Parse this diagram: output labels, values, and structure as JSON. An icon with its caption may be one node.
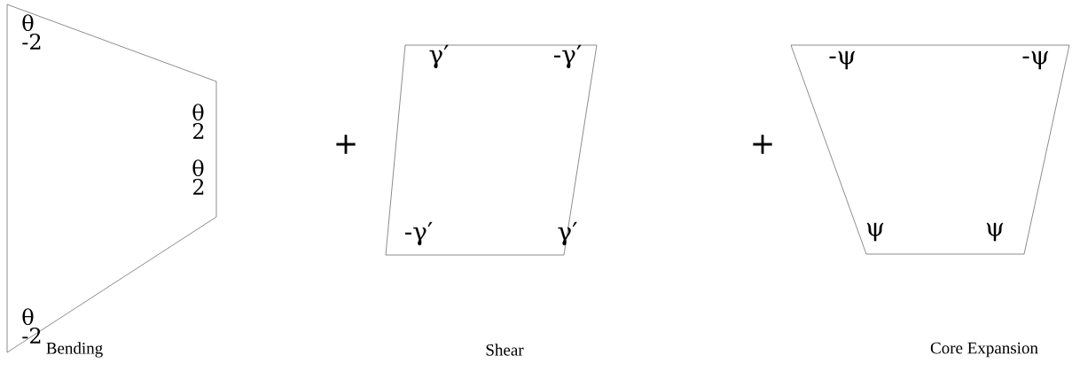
{
  "diagram": {
    "nodes": [
      {
        "text": [
          "θ -2",
          "θ 2",
          "θ 2",
          "θ -2"
        ]
      },
      {
        "text": [
          "γ′",
          "-γ′",
          "-γ′",
          "γ′"
        ]
      },
      {
        "text": [
          "-ψ",
          "-ψ",
          "ψ",
          "ψ"
        ]
      }
    ],
    "labels": [
      "+",
      "+",
      "Bending",
      "Shear",
      "Core Expansion"
    ]
  }
}
